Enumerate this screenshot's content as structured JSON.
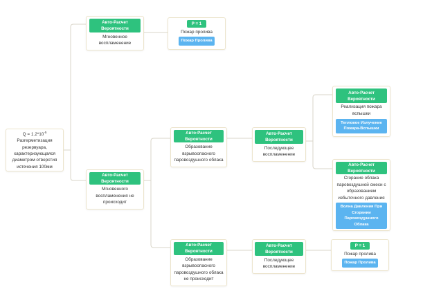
{
  "nodes": {
    "root": {
      "line1": "Q = 1.2*10",
      "line1_sup": "-5",
      "text": "Разгерметизация резервуара, характеризующаяся диаметром отверстия истечения 100мм"
    },
    "n_instant": {
      "button": "Авто-Расчет Вероятности",
      "text": "Мгновенное воспламенение"
    },
    "n_fire1": {
      "badge": "P = 1",
      "text": "Пожар пролива",
      "action": "Пожар Пролива"
    },
    "n_noinstant": {
      "button": "Авто-Расчет Вероятности",
      "text": "Мгновенного воспламенения не происходит"
    },
    "n_cloud": {
      "button": "Авто-Расчет Вероятности",
      "text": "Образование взрывоопасного паровоздушного облака"
    },
    "n_subseq1": {
      "button": "Авто-Расчет Вероятности",
      "text": "Последующее воспламенение"
    },
    "n_flash": {
      "button": "Авто-Расчет Вероятности",
      "text": "Реализация пожара вспышки",
      "action": "Тепловое Излучение Пожара-Вспышки"
    },
    "n_blast": {
      "button": "Авто-Расчет Вероятности",
      "text": "Сгорание облака паровоздушной смеси с образованием избыточного давления",
      "action": "Волна Давления При Сгорании Паровоздушного Облака"
    },
    "n_nocloud": {
      "button": "Авто-Расчет Вероятности",
      "text": "Образование взрывоопасного паровоздушного облака не происходит"
    },
    "n_subseq2": {
      "button": "Авто-Расчет Вероятности",
      "text": "Последующее воспламенение"
    },
    "n_fire2": {
      "badge": "P = 1",
      "text": "Пожар пролива",
      "action": "Пожар Пролива"
    }
  },
  "colors": {
    "connector": "#d9d5c8",
    "node_border": "#ece4cc",
    "green": "#2ec27e",
    "blue": "#5bb4f0"
  }
}
